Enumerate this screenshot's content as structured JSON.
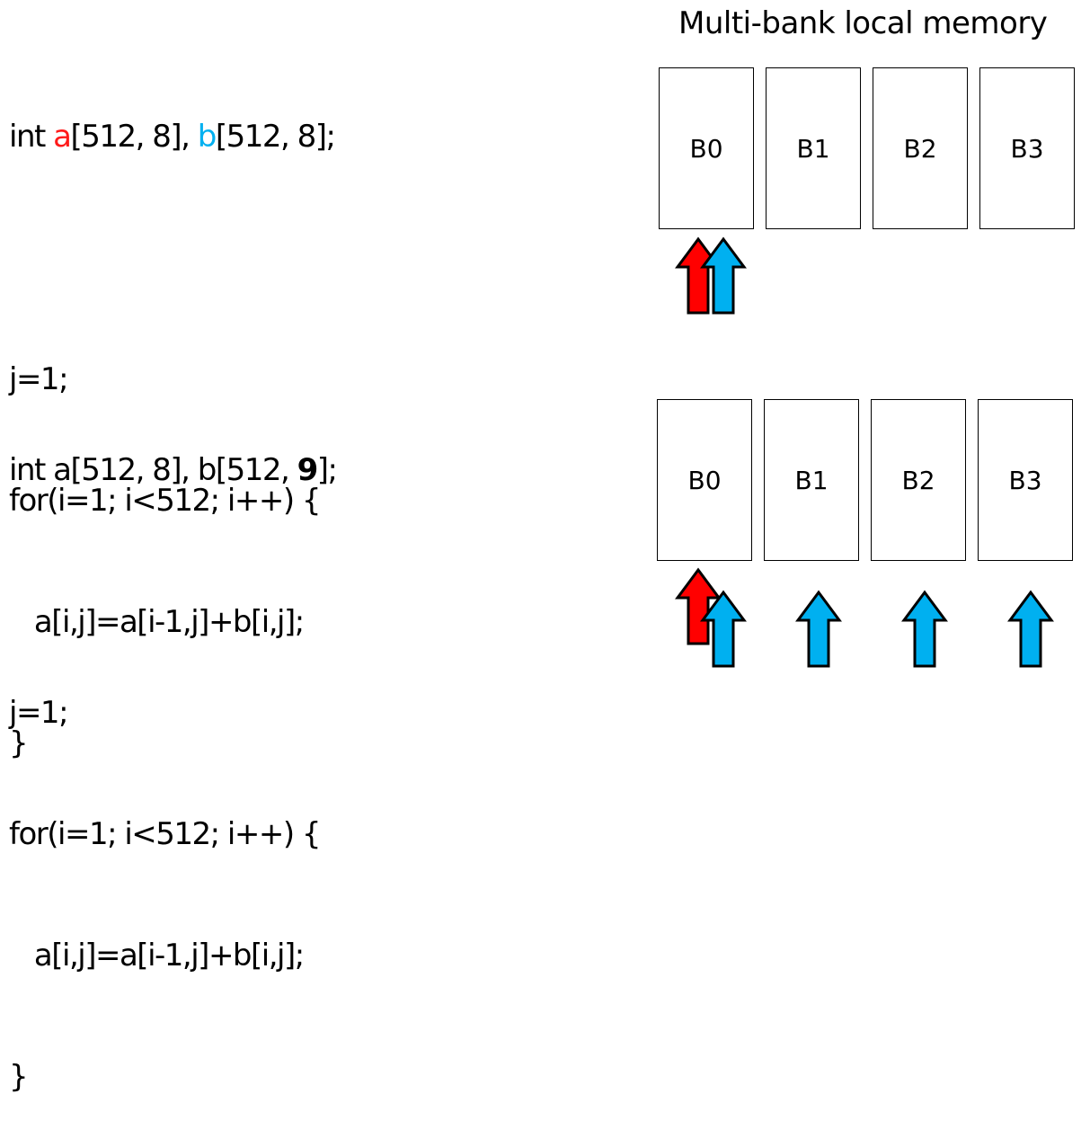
{
  "title": "Multi-bank local memory",
  "example_top": {
    "decl": {
      "prefix": "int ",
      "a_name": "a",
      "a_dims": "[512, 8], ",
      "b_name": "b",
      "b_dims": "[512, 8];"
    },
    "line_j": "j=1;",
    "line_for": "for(i=1; i<512; i++) {",
    "line_body": "   a[i,j]=a[i-1,j]+b[i,j];",
    "line_close": "}"
  },
  "example_bottom": {
    "decl": {
      "prefix": "int a[512, 8], b[512, ",
      "highlight": "9",
      "suffix": "];"
    },
    "line_j": "j=1;",
    "line_for": "for(i=1; i<512; i++) {",
    "line_body": "   a[i,j]=a[i-1,j]+b[i,j];",
    "line_close": "}"
  },
  "banks": [
    "B0",
    "B1",
    "B2",
    "B3"
  ],
  "colors": {
    "array_a": "#ff1a1a",
    "array_b": "#00b0f0",
    "arrow_a": "#ff0000",
    "arrow_b": "#00b0f0"
  }
}
